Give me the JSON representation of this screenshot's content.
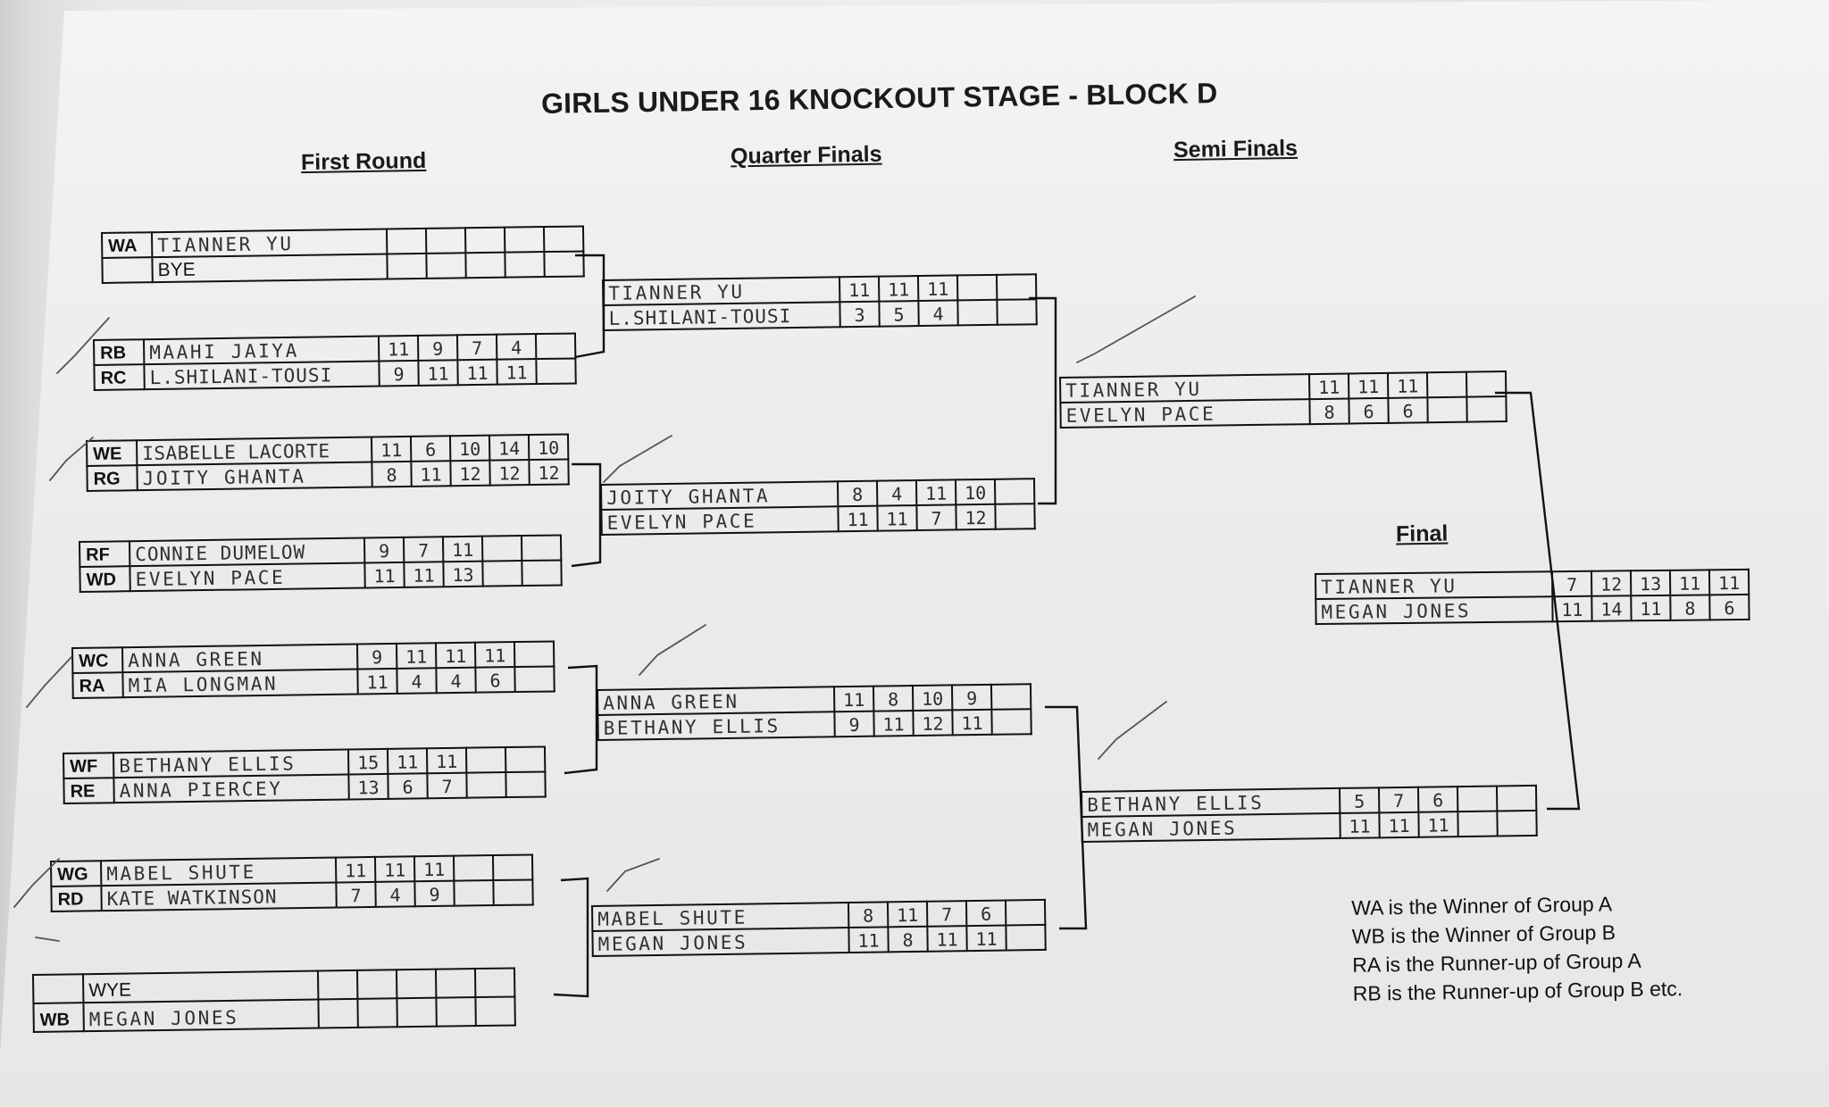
{
  "title": "GIRLS UNDER 16 KNOCKOUT STAGE - BLOCK  D",
  "rounds": {
    "first": "First Round",
    "quarter": "Quarter Finals",
    "semi": "Semi Finals",
    "final": "Final"
  },
  "first_round": [
    {
      "top": {
        "code": "WA",
        "name": "TIANNER YU",
        "scores": [
          "",
          "",
          "",
          "",
          ""
        ]
      },
      "bottom": {
        "code": "",
        "name": "BYE",
        "scores": [
          "",
          "",
          "",
          "",
          ""
        ]
      }
    },
    {
      "top": {
        "code": "RB",
        "name": "MAAHI JAIYA",
        "scores": [
          "11",
          "9",
          "7",
          "4",
          ""
        ]
      },
      "bottom": {
        "code": "RC",
        "name": "L.SHILANI-TOUSI",
        "scores": [
          "9",
          "11",
          "11",
          "11",
          ""
        ]
      }
    },
    {
      "top": {
        "code": "WE",
        "name": "ISABELLE LACORTE",
        "scores": [
          "11",
          "6",
          "10",
          "14",
          "10"
        ]
      },
      "bottom": {
        "code": "RG",
        "name": "JOITY GHANTA",
        "scores": [
          "8",
          "11",
          "12",
          "12",
          "12"
        ]
      }
    },
    {
      "top": {
        "code": "RF",
        "name": "CONNIE DUMELOW",
        "scores": [
          "9",
          "7",
          "11",
          "",
          ""
        ]
      },
      "bottom": {
        "code": "WD",
        "name": "EVELYN PACE",
        "scores": [
          "11",
          "11",
          "13",
          "",
          ""
        ]
      }
    },
    {
      "top": {
        "code": "WC",
        "name": "ANNA GREEN",
        "scores": [
          "9",
          "11",
          "11",
          "11",
          ""
        ]
      },
      "bottom": {
        "code": "RA",
        "name": "MIA LONGMAN",
        "scores": [
          "11",
          "4",
          "4",
          "6",
          ""
        ]
      }
    },
    {
      "top": {
        "code": "WF",
        "name": "BETHANY ELLIS",
        "scores": [
          "15",
          "11",
          "11",
          "",
          ""
        ]
      },
      "bottom": {
        "code": "RE",
        "name": "ANNA PIERCEY",
        "scores": [
          "13",
          "6",
          "7",
          "",
          ""
        ]
      }
    },
    {
      "top": {
        "code": "WG",
        "name": "MABEL SHUTE",
        "scores": [
          "11",
          "11",
          "11",
          "",
          ""
        ]
      },
      "bottom": {
        "code": "RD",
        "name": "KATE WATKINSON",
        "scores": [
          "7",
          "4",
          "9",
          "",
          ""
        ]
      }
    },
    {
      "top": {
        "code": "",
        "name": "WYE",
        "scores": [
          "",
          "",
          "",
          "",
          ""
        ]
      },
      "bottom": {
        "code": "WB",
        "name": "MEGAN JONES",
        "scores": [
          "",
          "",
          "",
          "",
          ""
        ]
      }
    }
  ],
  "quarter_finals": [
    {
      "top": {
        "name": "TIANNER YU",
        "scores": [
          "11",
          "11",
          "11",
          "",
          ""
        ]
      },
      "bottom": {
        "name": "L.SHILANI-TOUSI",
        "scores": [
          "3",
          "5",
          "4",
          "",
          ""
        ]
      }
    },
    {
      "top": {
        "name": "JOITY GHANTA",
        "scores": [
          "8",
          "4",
          "11",
          "10",
          ""
        ]
      },
      "bottom": {
        "name": "EVELYN PACE",
        "scores": [
          "11",
          "11",
          "7",
          "12",
          ""
        ]
      }
    },
    {
      "top": {
        "name": "ANNA GREEN",
        "scores": [
          "11",
          "8",
          "10",
          "9",
          ""
        ]
      },
      "bottom": {
        "name": "BETHANY ELLIS",
        "scores": [
          "9",
          "11",
          "12",
          "11",
          ""
        ]
      }
    },
    {
      "top": {
        "name": "MABEL SHUTE",
        "scores": [
          "8",
          "11",
          "7",
          "6",
          ""
        ]
      },
      "bottom": {
        "name": "MEGAN JONES",
        "scores": [
          "11",
          "8",
          "11",
          "11",
          ""
        ]
      }
    }
  ],
  "semi_finals": [
    {
      "top": {
        "name": "TIANNER YU",
        "scores": [
          "11",
          "11",
          "11",
          "",
          ""
        ]
      },
      "bottom": {
        "name": "EVELYN PACE",
        "scores": [
          "8",
          "6",
          "6",
          "",
          ""
        ]
      }
    },
    {
      "top": {
        "name": "BETHANY ELLIS",
        "scores": [
          "5",
          "7",
          "6",
          "",
          ""
        ]
      },
      "bottom": {
        "name": "MEGAN JONES",
        "scores": [
          "11",
          "11",
          "11",
          "",
          ""
        ]
      }
    }
  ],
  "final": {
    "top": {
      "name": "TIANNER YU",
      "scores": [
        "7",
        "12",
        "13",
        "11",
        "11"
      ]
    },
    "bottom": {
      "name": "MEGAN JONES",
      "scores": [
        "11",
        "14",
        "11",
        "8",
        "6"
      ]
    }
  },
  "legend": [
    "WA is the Winner of Group A",
    "WB is the Winner of Group B",
    "RA is the Runner-up of Group A",
    "RB is the Runner-up of Group B etc."
  ]
}
